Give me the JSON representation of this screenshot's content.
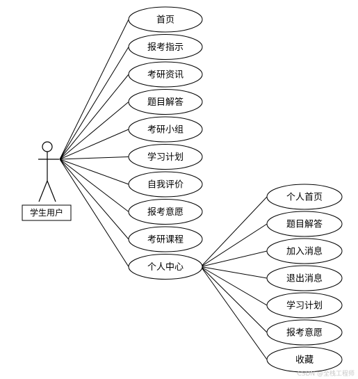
{
  "actor": {
    "label": "学生用户"
  },
  "main_use_cases": [
    {
      "id": "home",
      "label": "首页"
    },
    {
      "id": "exam-guide",
      "label": "报考指示"
    },
    {
      "id": "exam-news",
      "label": "考研资讯"
    },
    {
      "id": "qa",
      "label": "题目解答"
    },
    {
      "id": "study-group",
      "label": "考研小组"
    },
    {
      "id": "study-plan",
      "label": "学习计划"
    },
    {
      "id": "self-eval",
      "label": "自我评价"
    },
    {
      "id": "exam-intent",
      "label": "报考意愿"
    },
    {
      "id": "courses",
      "label": "考研课程"
    },
    {
      "id": "personal-center",
      "label": "个人中心"
    }
  ],
  "sub_use_cases": [
    {
      "id": "personal-home",
      "label": "个人首页"
    },
    {
      "id": "my-qa",
      "label": "题目解答"
    },
    {
      "id": "join-msg",
      "label": "加入消息"
    },
    {
      "id": "quit-msg",
      "label": "退出消息"
    },
    {
      "id": "my-plan",
      "label": "学习计划"
    },
    {
      "id": "my-intent",
      "label": "报考意愿"
    },
    {
      "id": "favorites",
      "label": "收藏"
    }
  ],
  "watermark": "CSDN @全栈工程师"
}
